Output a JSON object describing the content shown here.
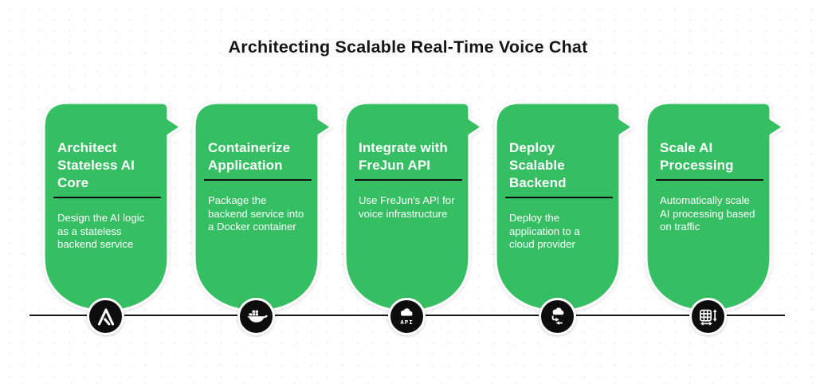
{
  "header": {
    "title": "Architecting Scalable Real-Time Voice Chat"
  },
  "colors": {
    "card_green": "#35BF62",
    "card_outline": "#ffffff",
    "card_text": "#ffffff",
    "divider_black": "#101010",
    "node_black": "#0d0d0d",
    "timeline_black": "#161616",
    "title_black": "#151515"
  },
  "timeline": {
    "steps": [
      {
        "icon": "ai-architecture-icon",
        "title": "Architect\nStateless AI\nCore",
        "description": "Design the AI logic\nas a stateless\nbackend service"
      },
      {
        "icon": "docker-whale-icon",
        "title": "Containerize\nApplication",
        "description": "Package the\nbackend service into\na Docker container"
      },
      {
        "icon": "api-cloud-icon",
        "icon_label": "API",
        "title": "Integrate with\nFreJun API",
        "description": "Use FreJun's API for\nvoice infrastructure"
      },
      {
        "icon": "cloud-deploy-icon",
        "title": "Deploy\nScalable\nBackend",
        "description": "Deploy the\napplication to a\ncloud provider"
      },
      {
        "icon": "scale-grid-icon",
        "title": "Scale AI\nProcessing",
        "description": "Automatically scale\nAI processing based\non traffic"
      }
    ]
  }
}
